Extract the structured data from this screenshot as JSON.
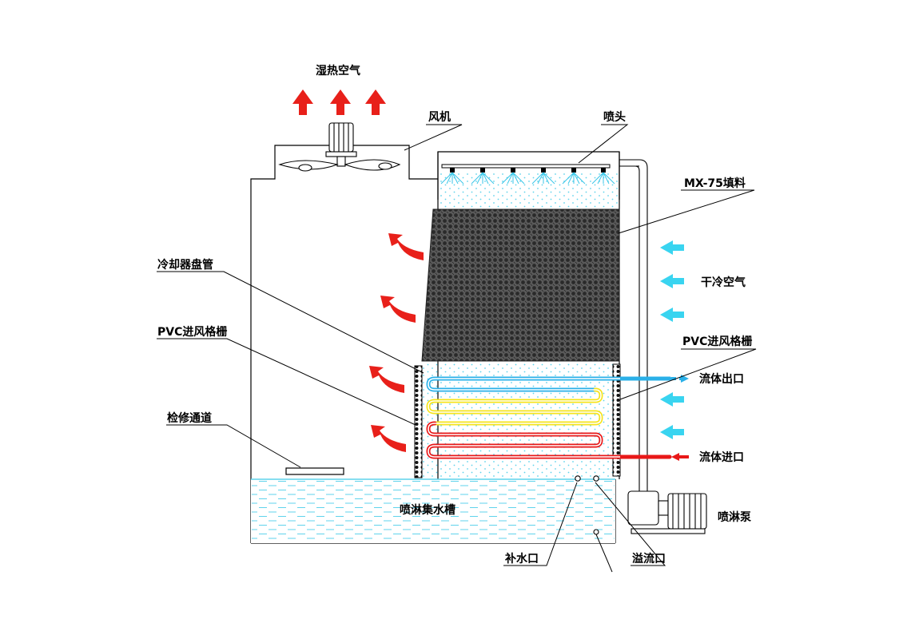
{
  "labels": {
    "hot_humid_air": "湿热空气",
    "fan": "风机",
    "nozzle": "喷头",
    "fill": "MX-75填料",
    "cooler_coil": "冷却器盘管",
    "pvc_inlet_louver_left": "PVC进风格栅",
    "pvc_inlet_louver_right": "PVC进风格栅",
    "dry_cold_air": "干冷空气",
    "fluid_outlet": "流体出口",
    "fluid_inlet": "流体进口",
    "maintenance_access": "检修通道",
    "spray_sump": "喷淋集水槽",
    "spray_pump": "喷淋泵",
    "makeup_water": "补水口",
    "overflow": "溢流口"
  },
  "colors": {
    "hot_air_arrow": "#e8201a",
    "cold_air_arrow": "#39d4f0",
    "outlet_pipe": "#2ab0e8",
    "mid_pipe": "#f5e41c",
    "inlet_pipe": "#e81818",
    "water_line": "#5fd3ec",
    "outline": "#000000"
  }
}
